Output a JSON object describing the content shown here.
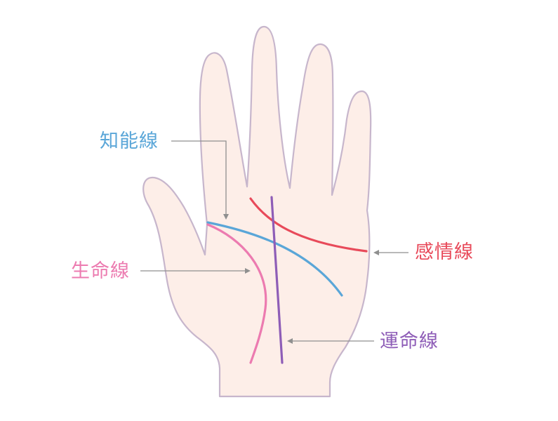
{
  "diagram": {
    "subject": "palm lines",
    "colors": {
      "skin_fill": "#fdeee8",
      "outline": "#c7b6cc",
      "leader_line": "#8f8f8f",
      "head_line": "#5aa6d8",
      "heart_line": "#e84a5a",
      "life_line": "#ec7bb0",
      "fate_line": "#8e5db7"
    },
    "labels": {
      "head_line": "知能線",
      "life_line": "生命線",
      "heart_line": "感情線",
      "fate_line": "運命線"
    }
  }
}
